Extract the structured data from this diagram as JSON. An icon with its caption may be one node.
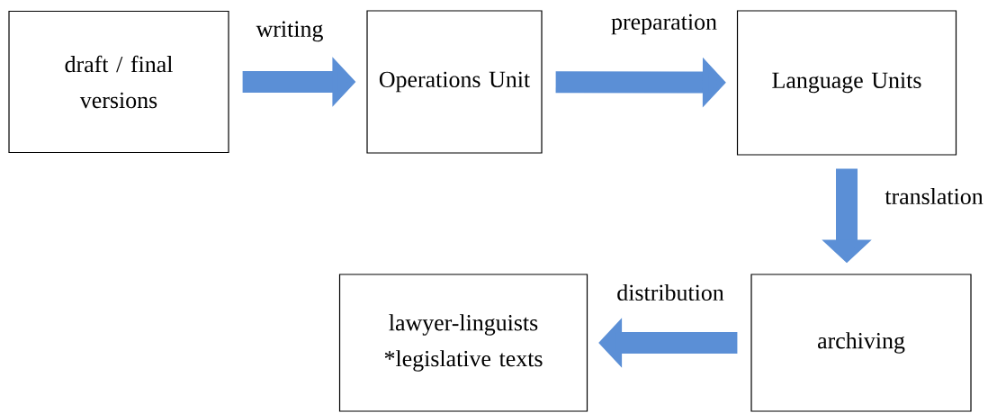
{
  "diagram": {
    "nodes": [
      {
        "text": [
          "draft / final versions"
        ]
      },
      {
        "text": [
          "Operations Unit"
        ]
      },
      {
        "text": [
          "Language Units"
        ]
      },
      {
        "text": [
          "archiving"
        ]
      },
      {
        "text": [
          "lawyer-linguists *legislative texts"
        ]
      }
    ],
    "edges": [
      {
        "from": 0,
        "to": 1,
        "arrow": "to",
        "label": "writing"
      },
      {
        "from": 1,
        "to": 2,
        "arrow": "to",
        "label": "preparation"
      },
      {
        "from": 2,
        "to": 3,
        "arrow": "to",
        "label": "translation"
      },
      {
        "from": 3,
        "to": 4,
        "arrow": "to",
        "label": "distribution"
      }
    ]
  }
}
